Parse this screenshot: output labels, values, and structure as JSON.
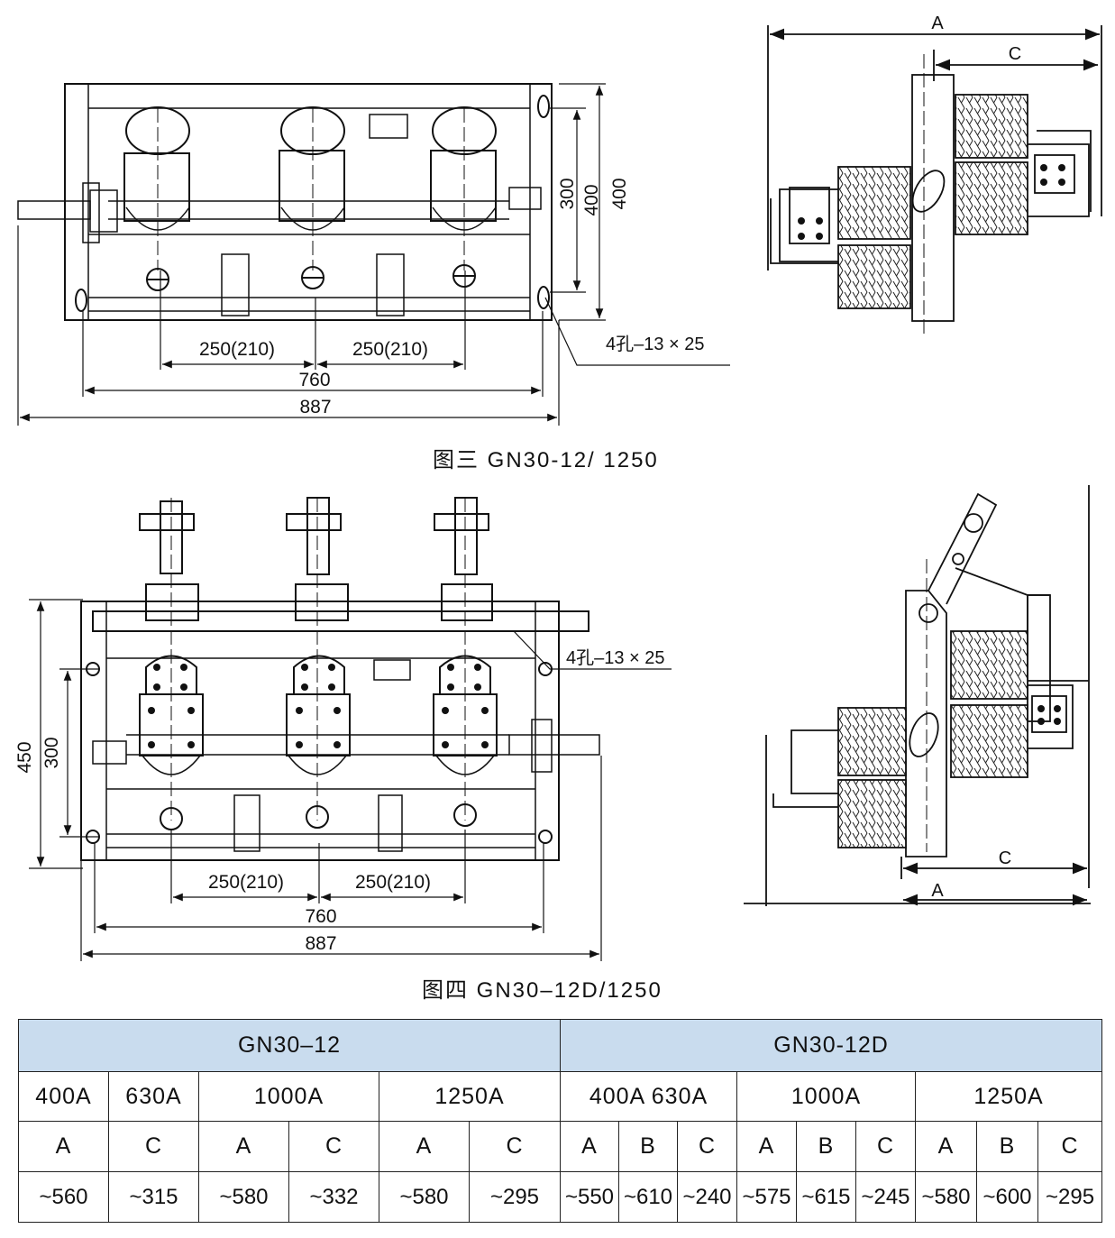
{
  "figure3": {
    "caption": "图三 GN30-12/ 1250",
    "dims": {
      "spacing1": "250(210)",
      "spacing2": "250(210)",
      "inner_width": "760",
      "outer_width": "887",
      "h300": "300",
      "h400a": "400",
      "h400b": "400",
      "holes": "4孔–13 × 25"
    },
    "side_labels": {
      "a": "A",
      "c": "C"
    }
  },
  "figure4": {
    "caption": "图四 GN30–12D/1250",
    "dims": {
      "spacing1": "250(210)",
      "spacing2": "250(210)",
      "inner_width": "760",
      "outer_width": "887",
      "h450": "450",
      "h300": "300",
      "holes": "4孔–13 × 25"
    },
    "side_labels": {
      "a": "A",
      "c": "C"
    }
  },
  "table": {
    "groups": [
      "GN30–12",
      "GN30-12D"
    ],
    "ratings_left": [
      "400A",
      "630A",
      "1000A",
      "1250A"
    ],
    "ratings_right": [
      "400A 630A",
      "1000A",
      "1250A"
    ],
    "dims_left": [
      "A",
      "C",
      "A",
      "C",
      "A",
      "C"
    ],
    "dims_right": [
      "A",
      "B",
      "C",
      "A",
      "B",
      "C",
      "A",
      "B",
      "C"
    ],
    "values_left": [
      "~560",
      "~315",
      "~580",
      "~332",
      "~580",
      "~295"
    ],
    "values_right": [
      "~550",
      "~610",
      "~240",
      "~575",
      "~615",
      "~245",
      "~580",
      "~600",
      "~295"
    ]
  }
}
